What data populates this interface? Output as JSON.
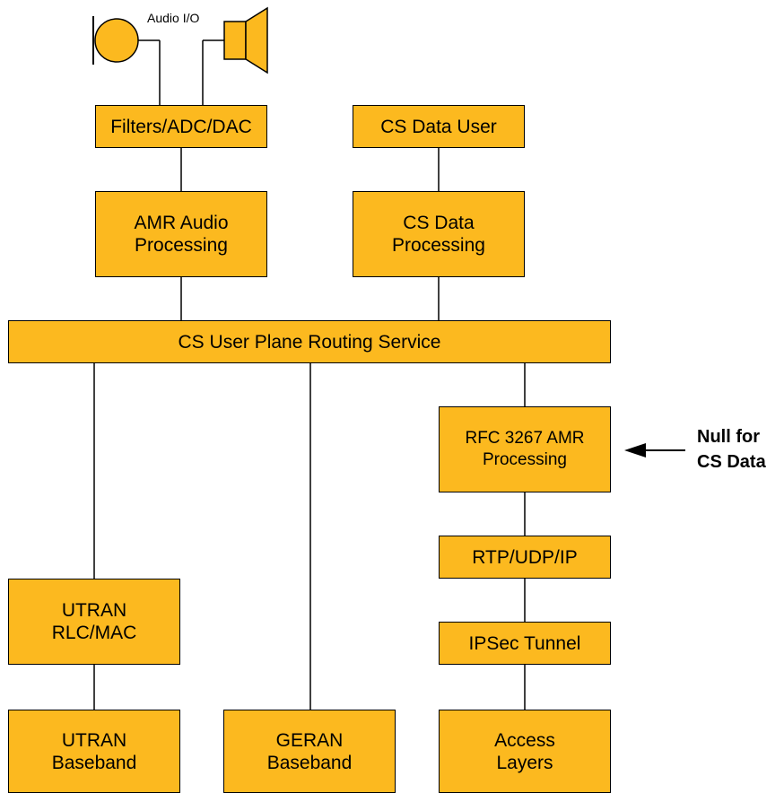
{
  "audio_label": "Audio I/O",
  "boxes": {
    "filters": "Filters/ADC/DAC",
    "cs_data_user": "CS Data User",
    "amr_audio": "AMR Audio\nProcessing",
    "cs_data_processing": "CS Data\nProcessing",
    "routing": "CS User Plane Routing Service",
    "rfc3267": "RFC 3267 AMR\nProcessing",
    "rtp": "RTP/UDP/IP",
    "ipsec": "IPSec Tunnel",
    "utran_rlc": "UTRAN\nRLC/MAC",
    "utran_baseband": "UTRAN\nBaseband",
    "geran_baseband": "GERAN\nBaseband",
    "access_layers": "Access\nLayers"
  },
  "callout": "Null for\nCS Data",
  "colors": {
    "box_fill": "#FCB91F",
    "line": "#000000"
  }
}
